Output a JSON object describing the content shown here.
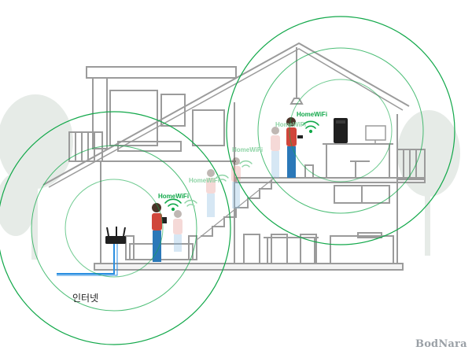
{
  "labels": {
    "home_wifi": "HomeWiFi",
    "internet": "인터넷",
    "watermark": "BodNara"
  },
  "colors": {
    "signal_green": "#12a84a",
    "faded_green": "#8fd4a6",
    "house_line": "#9b9b9b",
    "tree": "#e6ebe7",
    "person_shirt": "#d0463b",
    "person_pants": "#2b78b8",
    "cable_blue": "#2a8ee0"
  },
  "icons": [
    "router-icon",
    "wifi-extender-icon",
    "wifi-signal-icon",
    "monitor-icon",
    "phone-icon"
  ]
}
